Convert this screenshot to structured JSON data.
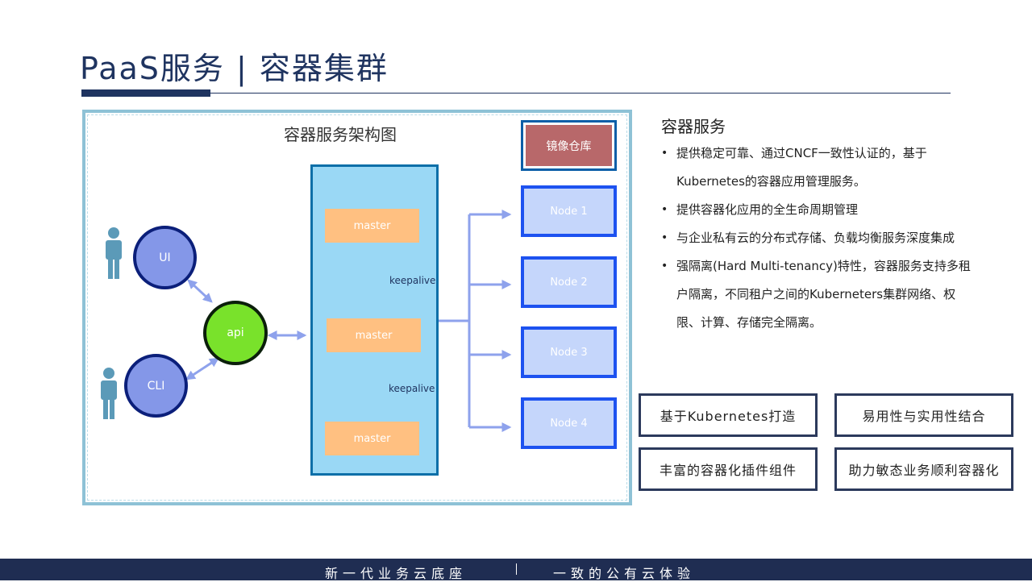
{
  "header": {
    "title": "PaaS服务 | 容器集群"
  },
  "diagram": {
    "title": "容器服务架构图",
    "clients": {
      "ui": "UI",
      "cli": "CLI",
      "api": "api"
    },
    "masters": [
      "master",
      "master",
      "master"
    ],
    "keepalive": [
      "keepalive",
      "keepalive"
    ],
    "registry": "镜像仓库",
    "nodes": [
      "Node 1",
      "Node 2",
      "Node 3",
      "Node 4"
    ]
  },
  "service": {
    "heading": "容器服务",
    "bullets": [
      "提供稳定可靠、通过CNCF一致性认证的，基于Kubernetes的容器应用管理服务。",
      "提供容器化应用的全生命周期管理",
      "与企业私有云的分布式存储、负载均衡服务深度集成",
      "强隔离(Hard Multi-tenancy)特性，容器服务支持多租户隔离，不同租户之间的Kuberneters集群网络、权限、计算、存储完全隔离。"
    ]
  },
  "features": [
    "基于Kubernetes打造",
    "易用性与实用性结合",
    "丰富的容器化插件组件",
    "助力敏态业务顺利容器化"
  ],
  "footer": {
    "left": "新一代业务云底座",
    "right": "一致的公有云体验"
  },
  "colors": {
    "brand_navy": "#1f3460",
    "client_fill": "#8497e8",
    "api_fill": "#79e22b",
    "cluster_fill": "#9ad8f5",
    "master_fill": "#ffc081",
    "registry_fill": "#b8686a",
    "node_fill": "#c5d6fb",
    "node_border": "#1d52f0",
    "arrow": "#8ea2ec"
  }
}
